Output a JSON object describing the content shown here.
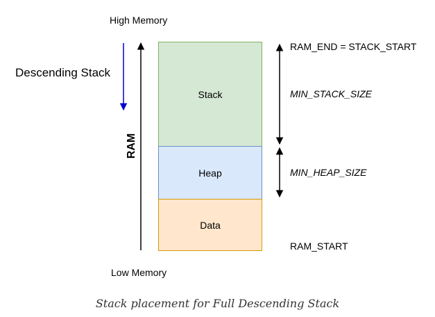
{
  "diagram": {
    "high_memory": "High Memory",
    "low_memory": "Low Memory",
    "descending_stack": "Descending Stack",
    "ram": "RAM",
    "ram_end": "RAM_END = STACK_START",
    "min_stack_size": "MIN_STACK_SIZE",
    "min_heap_size": "MIN_HEAP_SIZE",
    "ram_start": "RAM_START",
    "blocks": {
      "stack": "Stack",
      "heap": "Heap",
      "data": "Data"
    },
    "colors": {
      "stack_fill": "#d5e8d4",
      "stack_border": "#82b366",
      "heap_fill": "#dae8fc",
      "heap_border": "#6c8ebf",
      "data_fill": "#ffe6cc",
      "data_border": "#d79b00",
      "descending_arrow": "#0000cc"
    }
  },
  "caption": "Stack placement for Full Descending Stack"
}
